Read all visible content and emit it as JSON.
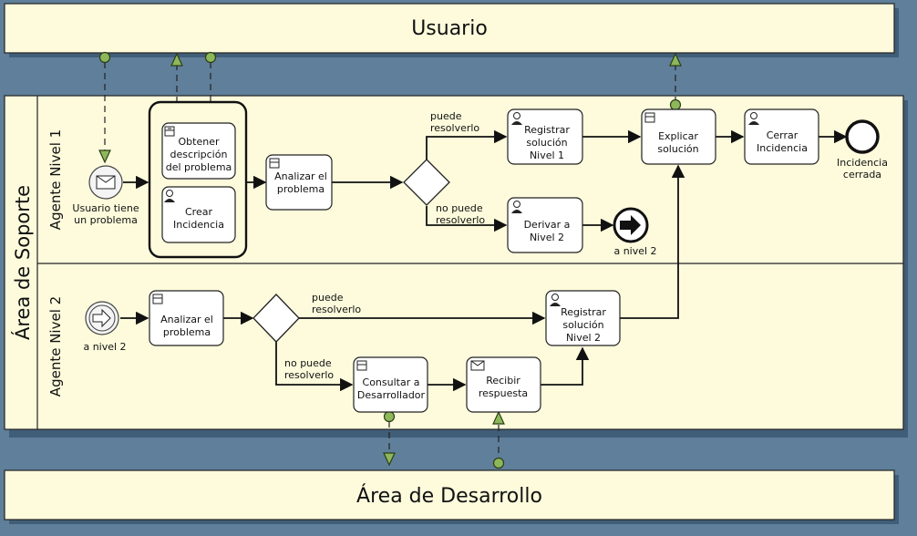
{
  "pools": {
    "usuario": "Usuario",
    "soporte": "Área de Soporte",
    "desarrollo": "Área de Desarrollo"
  },
  "lanes": {
    "nivel1": "Agente Nivel 1",
    "nivel2": "Agente Nivel 2"
  },
  "events": {
    "start_msg": [
      "Usuario tiene",
      "un problema"
    ],
    "throw_n2": "a nivel 2",
    "catch_n2": "a nivel 2",
    "end": [
      "Incidencia",
      "cerrada"
    ]
  },
  "tasks": {
    "obtener": [
      "Obtener",
      "descripción",
      "del problema"
    ],
    "crear": [
      "Crear",
      "Incidencia"
    ],
    "analizar1": [
      "Analizar el",
      "problema"
    ],
    "registrar1": [
      "Registrar",
      "solución",
      "Nivel 1"
    ],
    "derivar": [
      "Derivar a",
      "Nivel 2"
    ],
    "explicar": [
      "Explicar",
      "solución"
    ],
    "cerrar": [
      "Cerrar",
      "Incidencia"
    ],
    "analizar2": [
      "Analizar el",
      "problema"
    ],
    "registrar2": [
      "Registrar",
      "solución",
      "Nivel 2"
    ],
    "consultar": [
      "Consultar a",
      "Desarrollador"
    ],
    "recibir": [
      "Recibir",
      "respuesta"
    ]
  },
  "flow_labels": {
    "g1_yes": [
      "puede",
      "resolverlo"
    ],
    "g1_no": [
      "no puede",
      "resolverlo"
    ],
    "g2_yes": [
      "puede",
      "resolverlo"
    ],
    "g2_no": [
      "no puede",
      "resolverlo"
    ]
  },
  "colors": {
    "pool_fill": "#fdfbdc",
    "task_fill": "#ffffff",
    "message_marker": "#8db85a",
    "background": "#5f7f9a"
  }
}
